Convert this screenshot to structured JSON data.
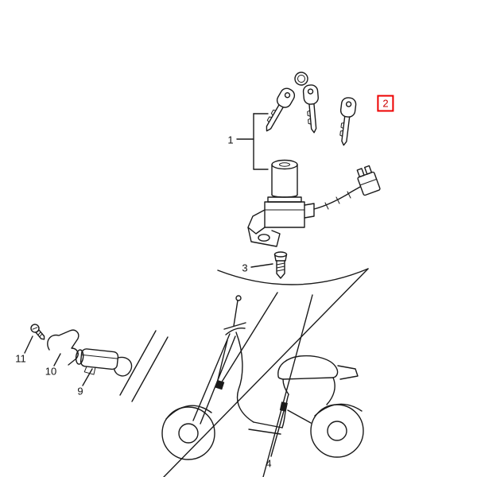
{
  "page": {
    "background_color": "#ffffff"
  },
  "diagram": {
    "kind": "exploded-parts-diagram",
    "subject": "scooter ignition key and lock set illustration",
    "line_color": "#1a1a1a",
    "highlight": {
      "box_border_color": "#ee0000",
      "box_text_color": "#cc0000"
    },
    "callouts": [
      {
        "id": "1",
        "label": "1",
        "highlighted": false
      },
      {
        "id": "2",
        "label": "2",
        "highlighted": true
      },
      {
        "id": "3",
        "label": "3",
        "highlighted": false
      },
      {
        "id": "4",
        "label": "4",
        "highlighted": false
      },
      {
        "id": "9",
        "label": "9",
        "highlighted": false
      },
      {
        "id": "10",
        "label": "10",
        "highlighted": false
      },
      {
        "id": "11",
        "label": "11",
        "highlighted": false
      }
    ]
  }
}
